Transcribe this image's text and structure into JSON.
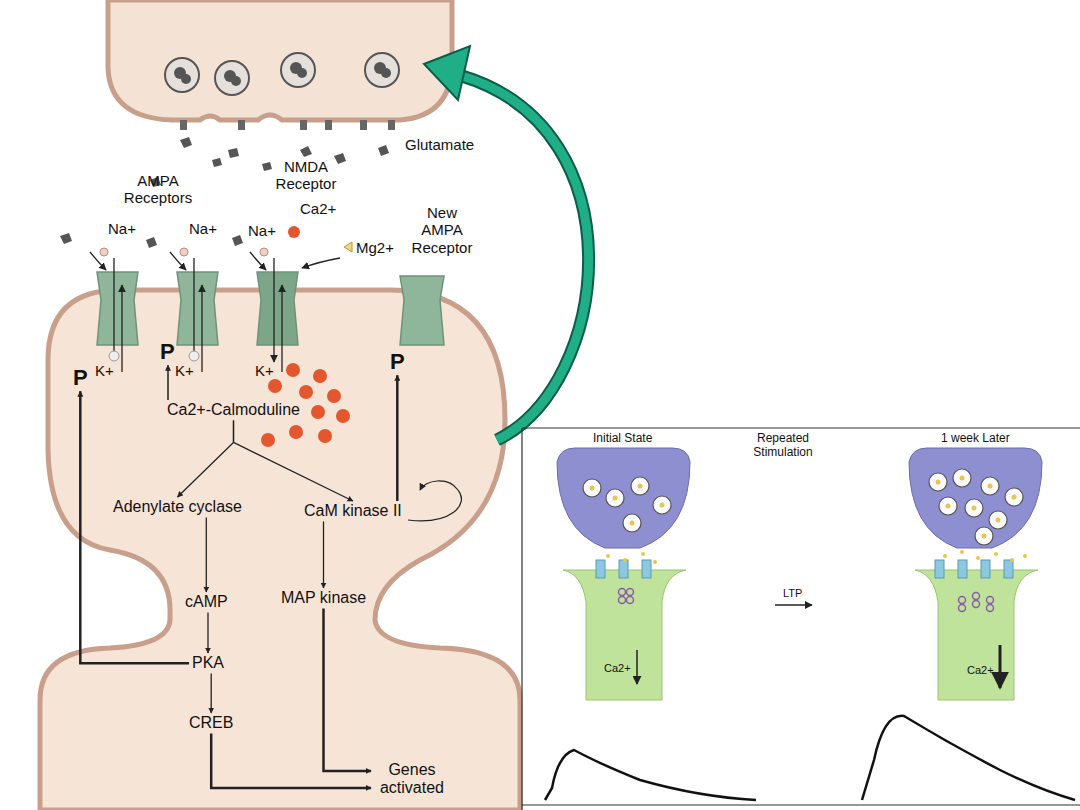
{
  "diagram": {
    "nodes": [
      {
        "text": [
          "Ca2+-Calmoduline"
        ]
      },
      {
        "text": [
          "Adenylate cyclase"
        ]
      },
      {
        "text": [
          "CaM kinase II"
        ]
      },
      {
        "text": [
          "cAMP"
        ]
      },
      {
        "text": [
          "MAP kinase"
        ]
      },
      {
        "text": [
          "PKA"
        ]
      },
      {
        "text": [
          "CREB"
        ]
      },
      {
        "text": [
          "Genes activated"
        ]
      },
      {
        "text": [
          "P"
        ]
      },
      {
        "text": [
          "P"
        ]
      },
      {
        "text": [
          "P"
        ]
      }
    ],
    "edges": [
      {
        "from": 0,
        "to": 1,
        "arrow": "to"
      },
      {
        "from": 0,
        "to": 2,
        "arrow": "to"
      },
      {
        "from": 1,
        "to": 3,
        "arrow": "to"
      },
      {
        "from": 3,
        "to": 5,
        "arrow": "to"
      },
      {
        "from": 5,
        "to": 6,
        "arrow": "to"
      },
      {
        "from": 6,
        "to": 7,
        "arrow": "to"
      },
      {
        "from": 2,
        "to": 4,
        "arrow": "to"
      },
      {
        "from": 4,
        "to": 7,
        "arrow": "to"
      },
      {
        "from": 5,
        "to": 8,
        "arrow": "to"
      },
      {
        "from": 0,
        "to": 9,
        "arrow": "to"
      },
      {
        "from": 2,
        "to": 10,
        "arrow": "to"
      }
    ],
    "labels": [
      "Glutamate",
      "AMPA Receptors",
      "Na+",
      "Na+",
      "NMDA Receptor",
      "Na+",
      "Ca2+",
      "Mg2+",
      "New AMPA Receptor",
      "K+",
      "K+",
      "K+",
      "Initial State",
      "Repeated Stimulation",
      "LTP",
      "1 week Later",
      "Ca2+",
      "Ca2+"
    ]
  }
}
